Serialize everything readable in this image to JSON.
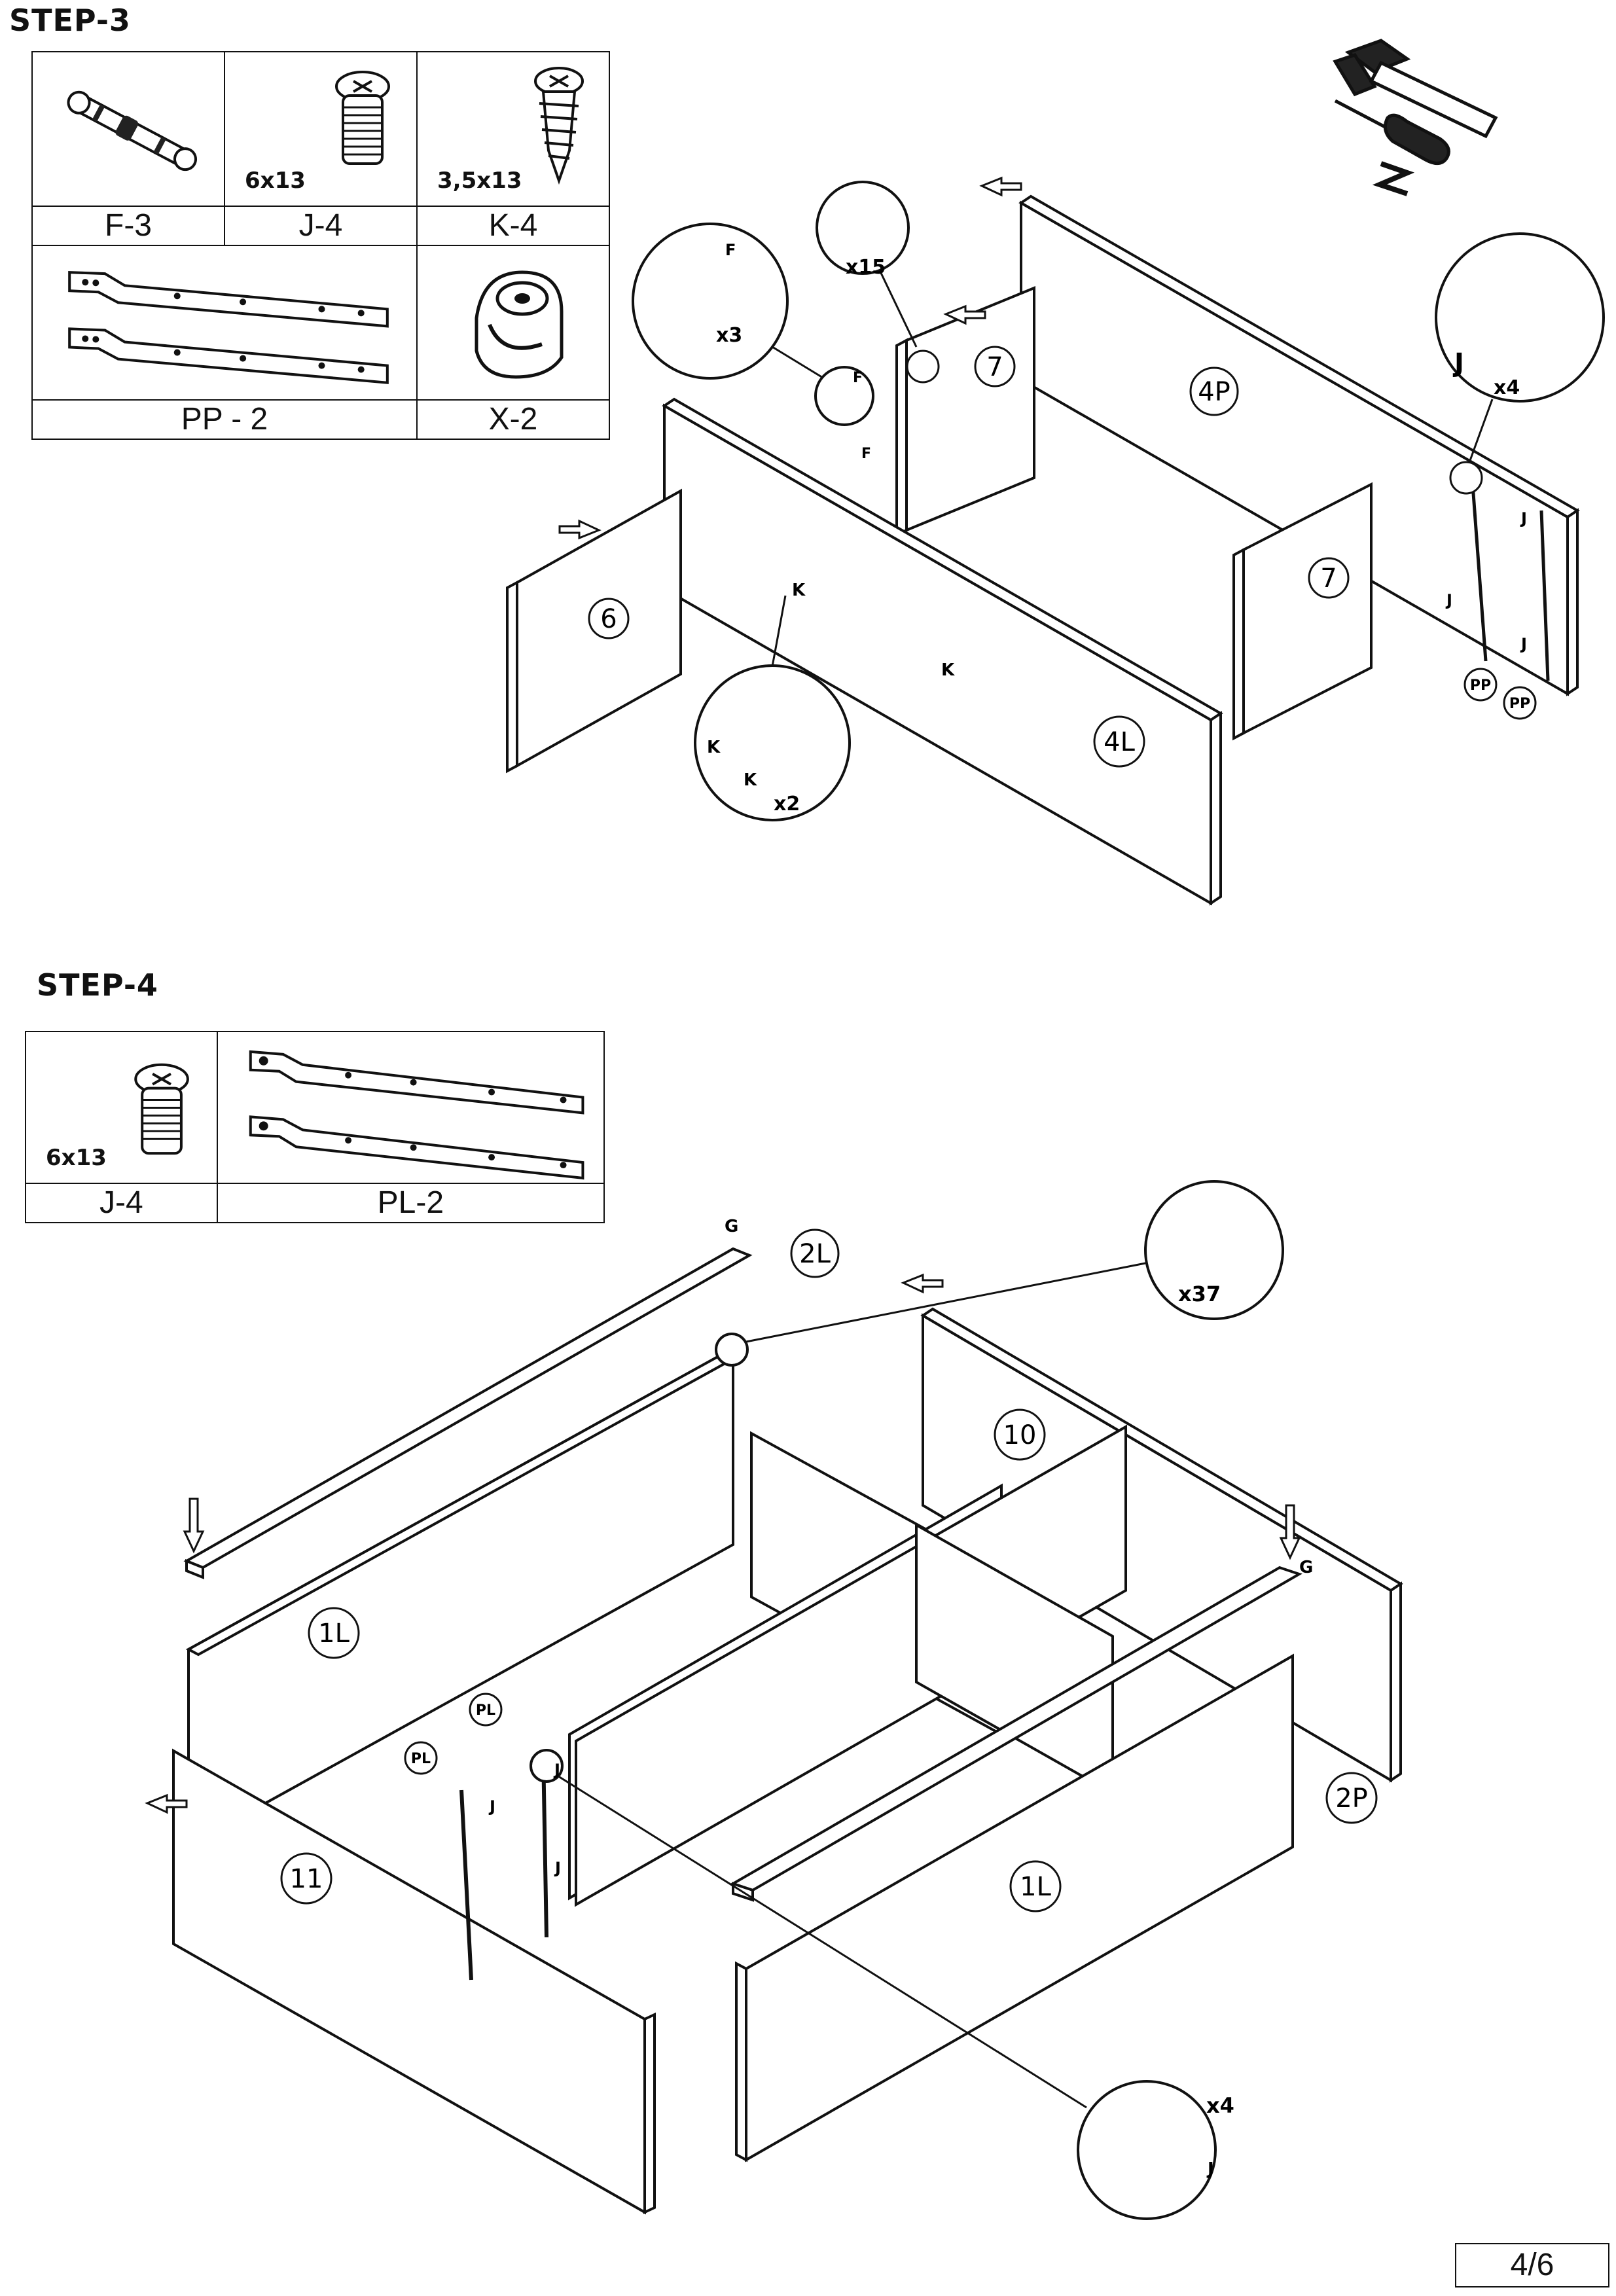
{
  "step3": {
    "title": "STEP-3",
    "parts": [
      {
        "code": "F-3",
        "size": ""
      },
      {
        "code": "J-4",
        "size": "6x13"
      },
      {
        "code": "K-4",
        "size": "3,5x13"
      },
      {
        "code": "PP - 2",
        "size": ""
      },
      {
        "code": "X-2",
        "size": ""
      }
    ],
    "panels": {
      "p6": "6",
      "p7a": "7",
      "p7b": "7",
      "p4p": "4P",
      "p4l": "4L"
    },
    "callouts": {
      "x15": "x15",
      "x3": "x3",
      "x2": "x2",
      "x4": "x4"
    },
    "letters": {
      "F": "F",
      "K": "K",
      "J": "J",
      "PP": "PP"
    }
  },
  "step4": {
    "title": "STEP-4",
    "parts": [
      {
        "code": "J-4",
        "size": "6x13"
      },
      {
        "code": "PL-2",
        "size": ""
      }
    ],
    "panels": {
      "p2l": "2L",
      "p10": "10",
      "p1l_back": "1L",
      "p11": "11",
      "p1l_front": "1L",
      "p2p": "2P"
    },
    "callouts": {
      "x37": "x37",
      "x4": "x4"
    },
    "letters": {
      "G": "G",
      "PL": "PL",
      "J": "J"
    }
  },
  "page_number": "4/6"
}
